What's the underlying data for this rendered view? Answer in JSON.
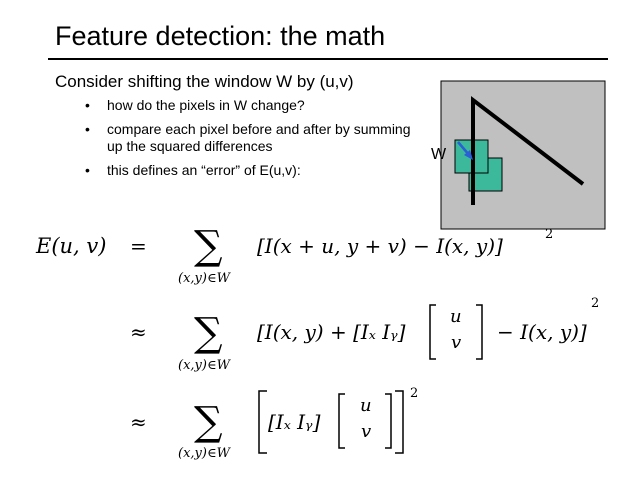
{
  "slide": {
    "title": "Feature detection:  the math",
    "lead": "Consider shifting the window W by (u,v)",
    "bullets": [
      "how do the pixels in W change?",
      "compare each pixel before and after by summing up the squared differences",
      "this defines an “error” of E(u,v):"
    ],
    "bullet_glyph": "•"
  },
  "figure": {
    "window_label": "W",
    "colors": {
      "background": "#c0c0c0",
      "window": "#3cb99a",
      "arrow": "#2a5fd6",
      "edge": "#000000"
    }
  },
  "equations": {
    "lhs": "E(u, v)",
    "eq_sign": "=",
    "approx_sign": "≈",
    "sum_symbol": "∑",
    "sum_index": "(x,y)∈W",
    "line1_body": "[I(x + u, y + v) − I(x, y)]",
    "line2_body_left": "[I(x, y) + [Iₓ Iᵧ]",
    "line2_vector_top": "u",
    "line2_vector_bottom": "v",
    "line2_body_right": "− I(x, y)]",
    "line3_body_left": "[Iₓ Iᵧ]",
    "line3_vector_top": "u",
    "line3_vector_bottom": "v",
    "exponent": "2"
  }
}
